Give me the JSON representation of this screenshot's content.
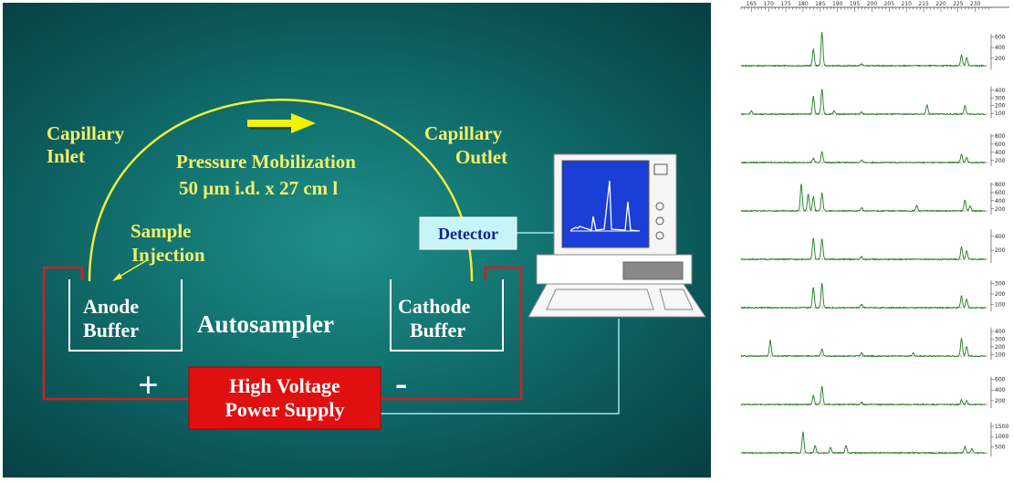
{
  "diagram": {
    "capillary_inlet": [
      "Capillary",
      "Inlet"
    ],
    "capillary_outlet": [
      "Capillary",
      "Outlet"
    ],
    "pressure_title": "Pressure Mobilization",
    "capillary_dims": "50 µm i.d. x 27 cm l",
    "sample_injection": [
      "Sample",
      "Injection"
    ],
    "detector": "Detector",
    "anode_buffer": [
      "Anode",
      "Buffer"
    ],
    "cathode_buffer": [
      "Cathode",
      "Buffer"
    ],
    "autosampler": "Autosampler",
    "plus_sign": "+",
    "minus_sign": "-",
    "power_supply": [
      "High Voltage",
      "Power Supply"
    ],
    "colors": {
      "background": "#127270",
      "label": "#f3f16a",
      "power_supply": "#e01010",
      "detector_box": "#c6f4f8",
      "arrow": "#f5f200"
    }
  },
  "chart_data": {
    "type": "line",
    "title": "",
    "xlabel": "",
    "ylabel": "",
    "x_ticks": [
      "165",
      "170",
      "175",
      "180",
      "185",
      "190",
      "195",
      "200",
      "205",
      "210",
      "215",
      "220",
      "225",
      "230"
    ],
    "xlim": [
      162,
      233
    ],
    "grid": false,
    "series": [
      {
        "ticks": [
          "600",
          "400",
          "200"
        ],
        "baseline": 60,
        "max": 650,
        "peaks": [
          [
            183,
            300
          ],
          [
            185.5,
            620
          ],
          [
            197,
            35
          ],
          [
            226,
            200
          ],
          [
            227.5,
            150
          ]
        ]
      },
      {
        "ticks": [
          "400",
          "300",
          "200",
          "100"
        ],
        "baseline": 90,
        "max": 450,
        "peaks": [
          [
            165,
            40
          ],
          [
            183,
            230
          ],
          [
            185.5,
            320
          ],
          [
            189,
            40
          ],
          [
            197,
            25
          ],
          [
            216,
            120
          ],
          [
            227,
            110
          ]
        ]
      },
      {
        "ticks": [
          "800",
          "600",
          "400",
          "200"
        ],
        "baseline": 150,
        "max": 850,
        "peaks": [
          [
            183,
            100
          ],
          [
            185.5,
            260
          ],
          [
            197,
            60
          ],
          [
            226,
            200
          ],
          [
            227.5,
            120
          ]
        ]
      },
      {
        "ticks": [
          "800",
          "600",
          "400",
          "200"
        ],
        "baseline": 150,
        "max": 850,
        "peaks": [
          [
            179.5,
            650
          ],
          [
            181.5,
            400
          ],
          [
            183,
            350
          ],
          [
            185.5,
            440
          ],
          [
            197,
            80
          ],
          [
            213,
            130
          ],
          [
            227,
            260
          ],
          [
            228.5,
            120
          ]
        ]
      },
      {
        "ticks": [
          "400",
          "200"
        ],
        "baseline": 70,
        "max": 500,
        "peaks": [
          [
            183,
            300
          ],
          [
            185.5,
            290
          ],
          [
            197,
            40
          ],
          [
            226,
            180
          ],
          [
            227.5,
            120
          ]
        ]
      },
      {
        "ticks": [
          "300",
          "200",
          "100"
        ],
        "baseline": 70,
        "max": 330,
        "peaks": [
          [
            183,
            190
          ],
          [
            185.5,
            230
          ],
          [
            197,
            30
          ],
          [
            226,
            110
          ],
          [
            227.5,
            80
          ]
        ]
      },
      {
        "ticks": [
          "400",
          "300",
          "200",
          "100"
        ],
        "baseline": 80,
        "max": 450,
        "peaks": [
          [
            170.5,
            200
          ],
          [
            185.5,
            90
          ],
          [
            197,
            40
          ],
          [
            212,
            40
          ],
          [
            226,
            230
          ],
          [
            227.5,
            120
          ]
        ]
      },
      {
        "ticks": [
          "600",
          "400",
          "200"
        ],
        "baseline": 130,
        "max": 650,
        "peaks": [
          [
            183,
            160
          ],
          [
            185.5,
            330
          ],
          [
            197,
            40
          ],
          [
            226,
            90
          ],
          [
            227.5,
            70
          ]
        ]
      },
      {
        "ticks": [
          "1500",
          "1000",
          "500"
        ],
        "baseline": 200,
        "max": 1700,
        "peaks": [
          [
            180,
            1000
          ],
          [
            183.5,
            350
          ],
          [
            188,
            250
          ],
          [
            192.5,
            350
          ],
          [
            227,
            300
          ],
          [
            229,
            200
          ]
        ]
      }
    ]
  }
}
